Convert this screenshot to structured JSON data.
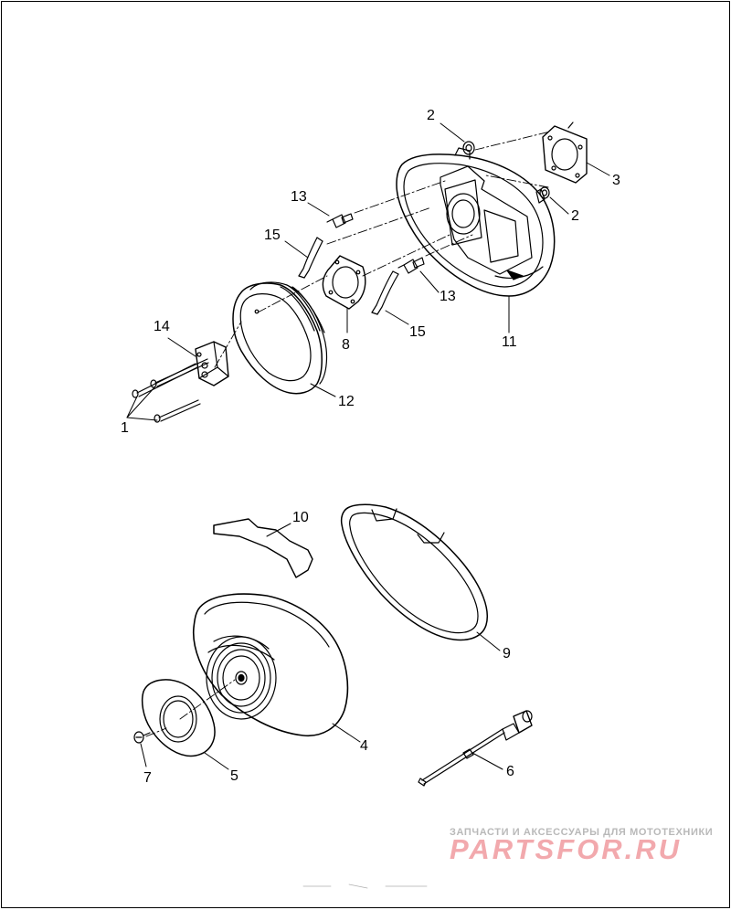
{
  "callouts": [
    {
      "id": "c1",
      "text": "1"
    },
    {
      "id": "c2a",
      "text": "2"
    },
    {
      "id": "c2b",
      "text": "2"
    },
    {
      "id": "c3",
      "text": "3"
    },
    {
      "id": "c4",
      "text": "4"
    },
    {
      "id": "c5",
      "text": "5"
    },
    {
      "id": "c6",
      "text": "6"
    },
    {
      "id": "c7",
      "text": "7"
    },
    {
      "id": "c8",
      "text": "8"
    },
    {
      "id": "c9",
      "text": "9"
    },
    {
      "id": "c10",
      "text": "10"
    },
    {
      "id": "c11",
      "text": "11"
    },
    {
      "id": "c12",
      "text": "12"
    },
    {
      "id": "c13a",
      "text": "13"
    },
    {
      "id": "c13b",
      "text": "13"
    },
    {
      "id": "c14",
      "text": "14"
    },
    {
      "id": "c15a",
      "text": "15"
    },
    {
      "id": "c15b",
      "text": "15"
    }
  ],
  "watermark": {
    "tagline": "ЗАПЧАСТИ И АКСЕССУАРЫ ДЛЯ МОТОТЕХНИКИ",
    "logo": "PARTSFOR.RU"
  },
  "colors": {
    "line": "#000000",
    "watermark_logo": "#f2a9ad",
    "watermark_text": "#b9b9b9"
  }
}
